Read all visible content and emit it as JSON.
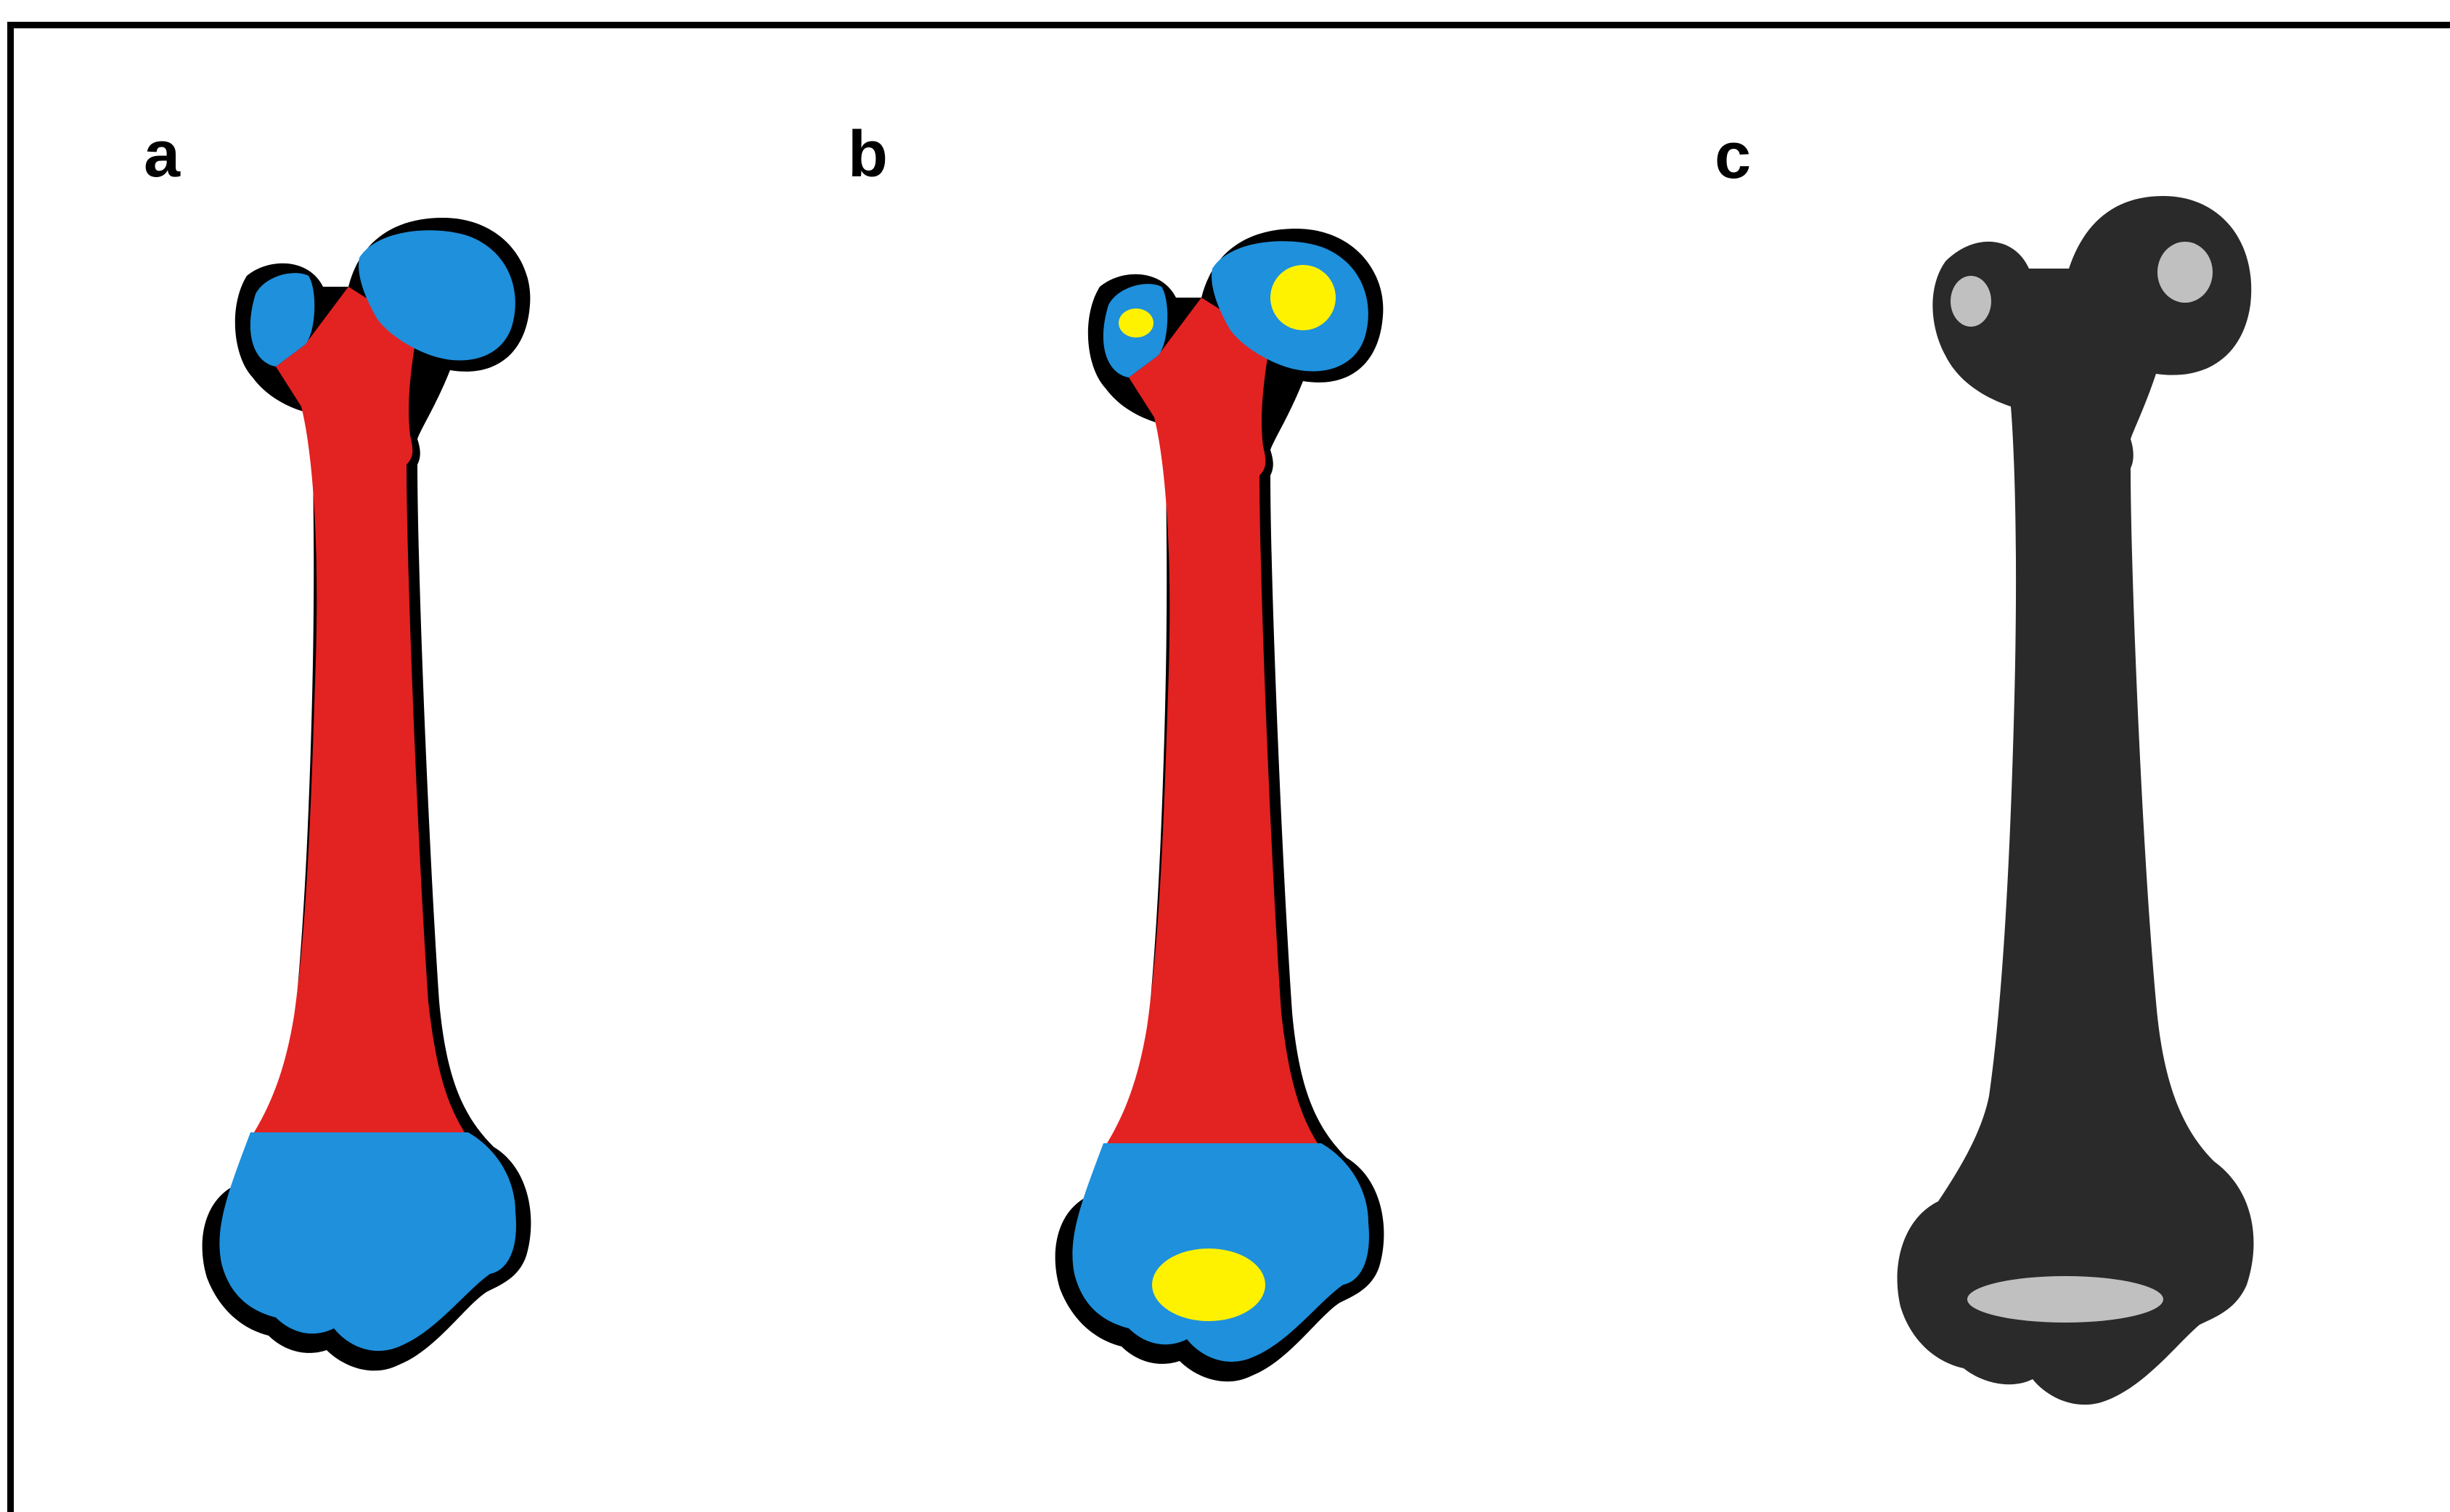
{
  "panels": [
    {
      "label": "a",
      "scheme": "colored",
      "ossification_centers": 0
    },
    {
      "label": "b",
      "scheme": "colored",
      "ossification_centers": 3
    },
    {
      "label": "c",
      "scheme": "grayscale",
      "ossification_centers": 3
    }
  ],
  "colors": {
    "outline": "#000000",
    "shaft": "#e32222",
    "epiphysis": "#1e90dc",
    "ossification_center": "#fff200",
    "grayscale_bone": "#2a2a2a",
    "grayscale_center": "#c0c0c0"
  }
}
